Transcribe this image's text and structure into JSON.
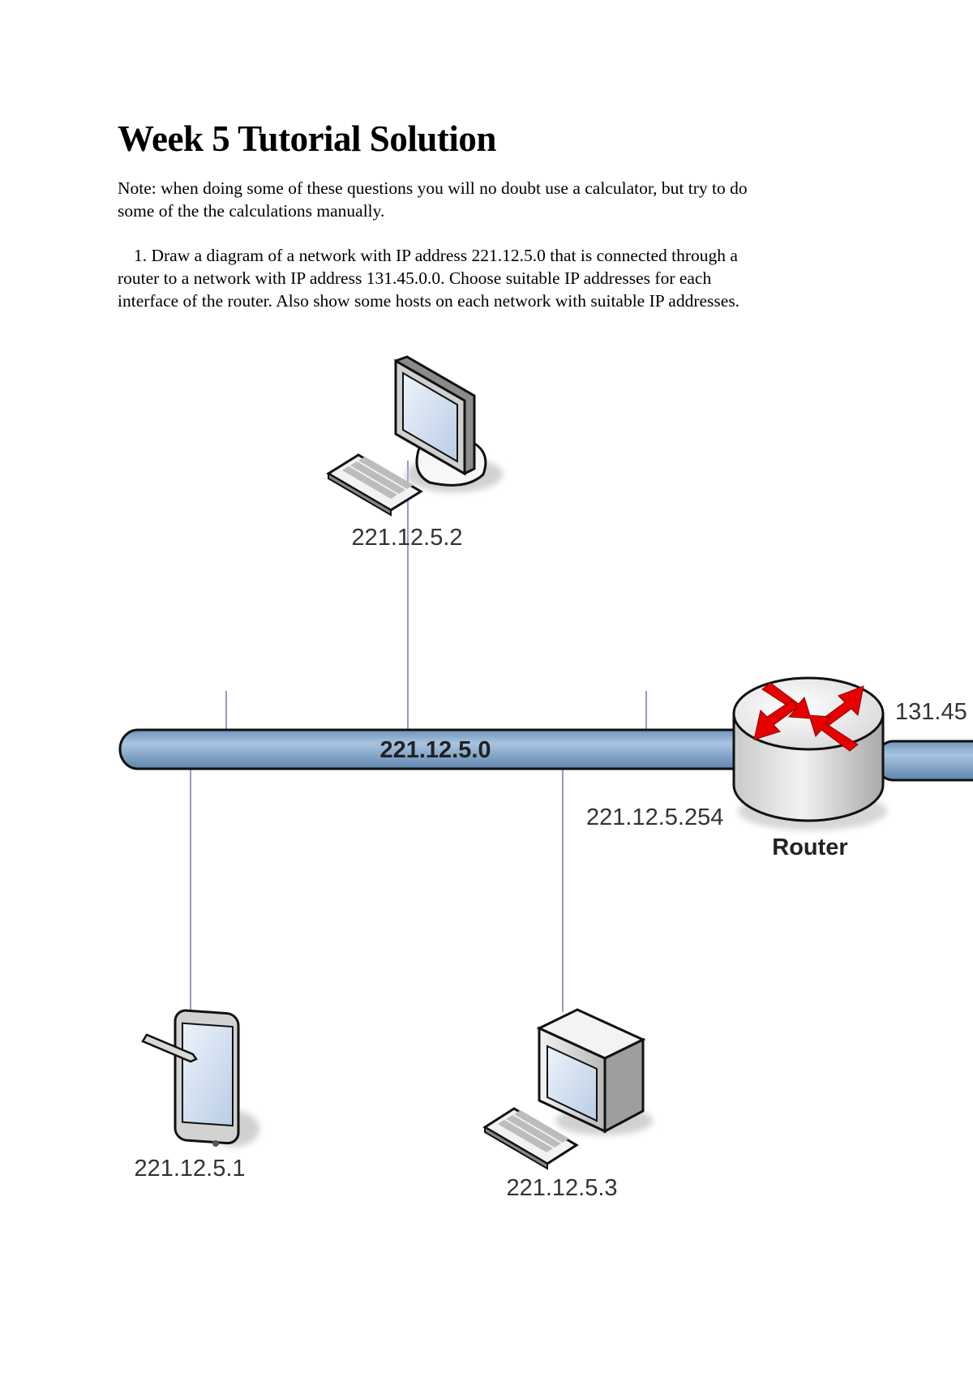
{
  "document": {
    "title": "Week 5 Tutorial Solution",
    "note": [
      "Note: when doing some of these questions you will no doubt use a calculator, but try to do",
      "some of the the calculations manually."
    ],
    "question_1": [
      "1. Draw a diagram of a network with IP address 221.12.5.0 that is connected through a",
      "router to a network with IP address 131.45.0.0. Choose suitable IP addresses for each",
      "interface of the router. Also show some hosts on each network with suitable IP addresses."
    ]
  },
  "diagram": {
    "network_label": "221.12.5.0",
    "router_label": "Router",
    "router_interface_left": "221.12.5.254",
    "router_interface_right": "131.45",
    "hosts": {
      "desktop_top": "221.12.5.2",
      "tablet": "221.12.5.1",
      "desktop_bottom": "221.12.5.3"
    },
    "colors": {
      "bus_fill": "#8fb1d2",
      "link_line": "#8080b0",
      "router_arrows": "#e60000",
      "screen": "#d5e1f0"
    },
    "icons": [
      "desktop-monitor-icon",
      "keyboard-icon",
      "tablet-icon",
      "tower-computer-icon",
      "router-icon"
    ]
  }
}
